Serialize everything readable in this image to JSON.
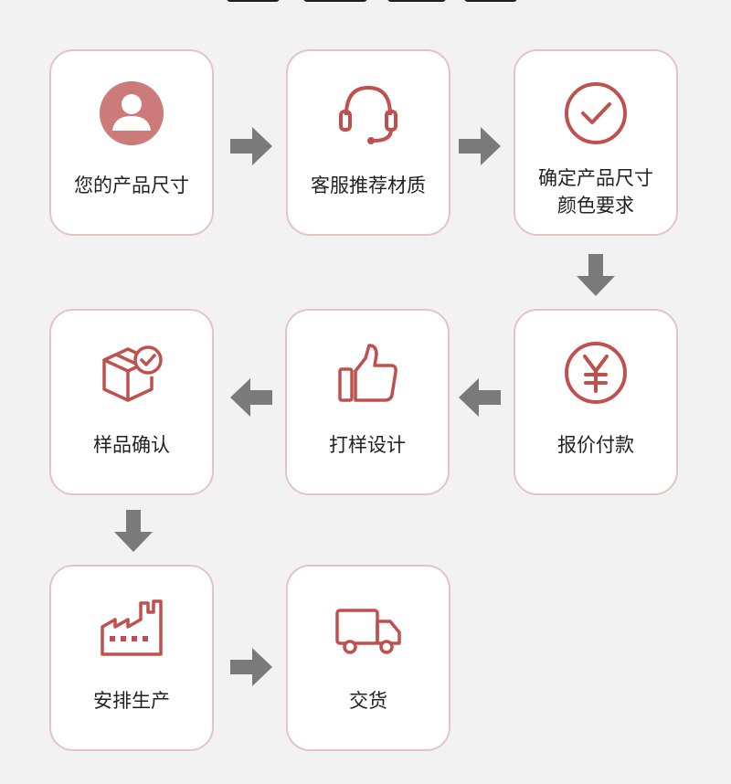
{
  "colors": {
    "accent": "#c0504d",
    "avatar_fill": "#cd7b79",
    "card_border": "#e3c4c2",
    "arrow": "#7a7a7a",
    "background": "#f2f2f2"
  },
  "steps": [
    {
      "label": "您的产品尺寸",
      "icon": "user-avatar-icon"
    },
    {
      "label": "客服推荐材质",
      "icon": "headset-icon"
    },
    {
      "label_line1": "确定产品尺寸",
      "label_line2": "颜色要求",
      "icon": "check-circle-icon"
    },
    {
      "label": "报价付款",
      "icon": "yen-coin-icon"
    },
    {
      "label": "打样设计",
      "icon": "thumbs-up-icon"
    },
    {
      "label": "样品确认",
      "icon": "package-check-icon"
    },
    {
      "label": "安排生产",
      "icon": "factory-icon"
    },
    {
      "label": "交货",
      "icon": "delivery-truck-icon"
    }
  ],
  "arrows": [
    "right",
    "right",
    "down",
    "left",
    "left",
    "down",
    "right"
  ]
}
